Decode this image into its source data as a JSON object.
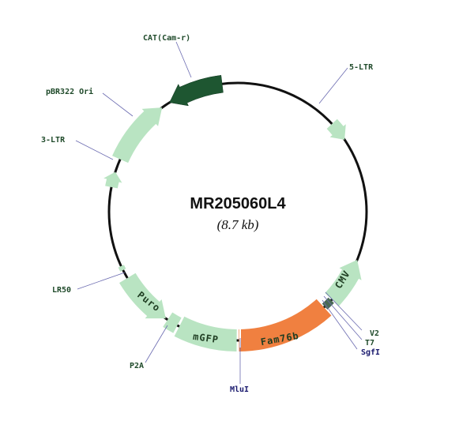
{
  "plasmid": {
    "name": "MR205060L4",
    "size": "(8.7 kb)"
  },
  "features": [
    {
      "id": "cat",
      "label": "CAT(Cam-r)",
      "color": "#1e5631"
    },
    {
      "id": "5ltr",
      "label": "5-LTR",
      "color": "#b9e4c2"
    },
    {
      "id": "pbr322",
      "label": "pBR322 Ori",
      "color": "#b9e4c2"
    },
    {
      "id": "3ltr",
      "label": "3-LTR",
      "color": "#b9e4c2"
    },
    {
      "id": "cmv",
      "label": "CMV",
      "color": "#b9e4c2"
    },
    {
      "id": "fam76b",
      "label": "Fam76b",
      "color": "#f08040"
    },
    {
      "id": "mgfp",
      "label": "mGFP",
      "color": "#b9e4c2"
    },
    {
      "id": "puro",
      "label": "Puro",
      "color": "#b9e4c2"
    },
    {
      "id": "lr50",
      "label": "LR50",
      "color": "#b9e4c2"
    },
    {
      "id": "p2a",
      "label": "P2A",
      "color": "#b9e4c2"
    },
    {
      "id": "v2",
      "label": "V2",
      "color": "#4a6a55"
    },
    {
      "id": "t7",
      "label": "T7",
      "color": "#4a6a55"
    }
  ],
  "sites": [
    {
      "id": "sgfi",
      "label": "SgfI"
    },
    {
      "id": "mlui",
      "label": "MluI"
    }
  ]
}
